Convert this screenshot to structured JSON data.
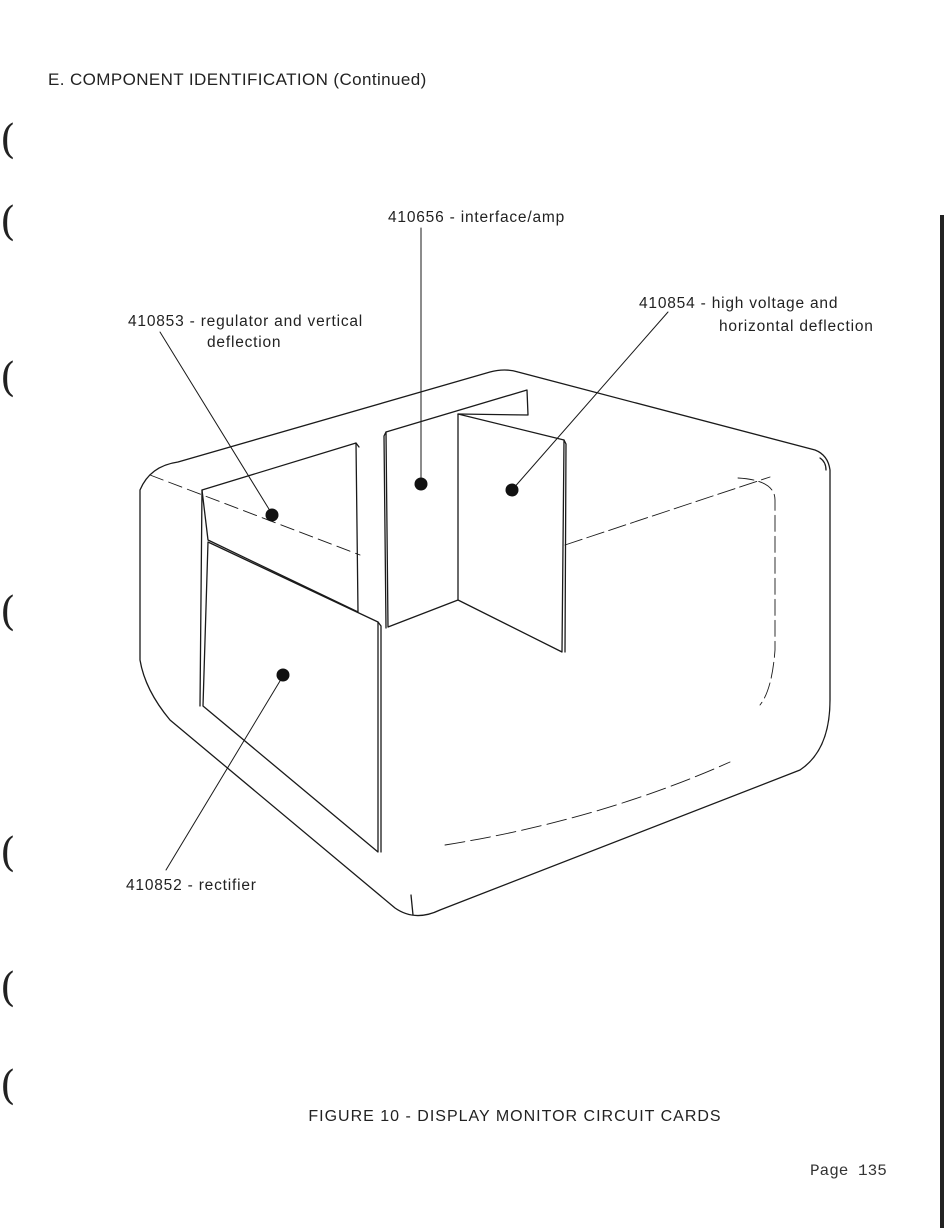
{
  "header": {
    "section_title": "E.  COMPONENT IDENTIFICATION (Continued)"
  },
  "figure": {
    "callouts": {
      "interface": "410656 - interface/amp",
      "regulator_line1": "410853 - regulator and vertical",
      "regulator_line2": "deflection",
      "high_voltage_line1": "410854 - high voltage and",
      "high_voltage_line2": "horizontal deflection",
      "rectifier": "410852 - rectifier"
    },
    "caption": "FIGURE 10 - DISPLAY MONITOR CIRCUIT CARDS"
  },
  "footer": {
    "page_label": "Page 135"
  }
}
